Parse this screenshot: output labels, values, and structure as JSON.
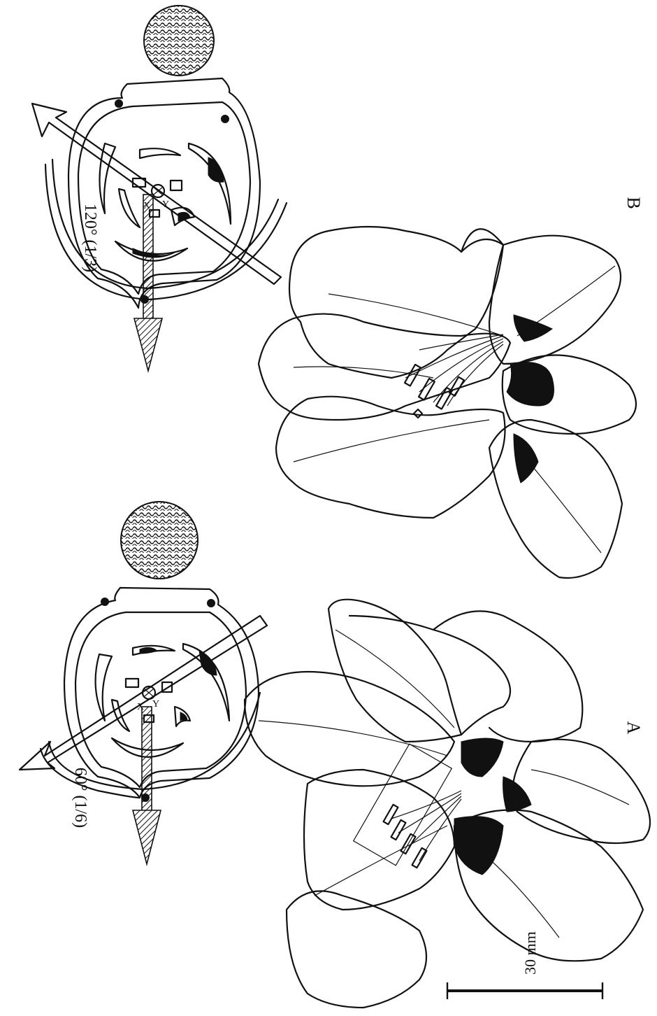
{
  "figure": {
    "panel_a": {
      "label": "A",
      "angle_label": "60° (1/6)"
    },
    "panel_b": {
      "label": "B",
      "angle_label": "120° (1/3)"
    },
    "scale_bar": {
      "label": "30 mm"
    }
  }
}
